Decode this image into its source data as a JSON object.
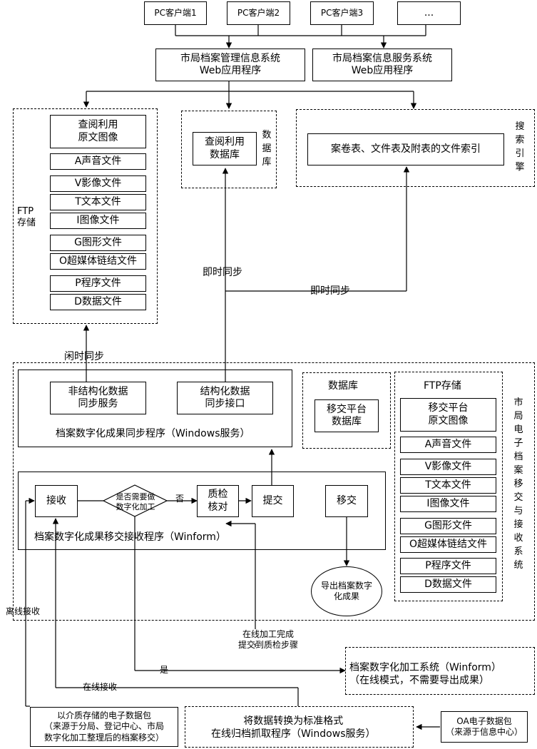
{
  "clients": [
    "PC客户端1",
    "PC客户端2",
    "PC客户端3",
    "..."
  ],
  "web_apps": {
    "management": "市局档案管理信息系统\nWeb应用程序",
    "service": "市局档案信息服务系统\nWeb应用程序"
  },
  "ftp_top": {
    "label": "FTP\n存储",
    "items": [
      "查阅利用\n原文图像",
      "A声音文件",
      "V影像文件",
      "T文本文件",
      "I图像文件",
      "G图形文件",
      "O超媒体链结文件",
      "P程序文件",
      "D数据文件"
    ]
  },
  "db_top": {
    "label": "数据库",
    "box": "查阅利用\n数据库"
  },
  "search_engine": {
    "label": "搜索引擎",
    "box": "案卷表、文件表及附表的文件索引"
  },
  "sync_labels": {
    "instant_1": "即时同步",
    "instant_2": "即时同步",
    "idle": "闲时同步"
  },
  "sync_program": {
    "unstructured": "非结构化数据\n同步服务",
    "structured": "结构化数据\n同步接口",
    "title": "档案数字化成果同步程序（Windows服务）"
  },
  "transfer_db": {
    "label": "数据库",
    "box": "移交平台\n数据库"
  },
  "transfer_ftp": {
    "label": "FTP存储",
    "items": [
      "移交平台\n原文图像",
      "A声音文件",
      "V影像文件",
      "T文本文件",
      "I图像文件",
      "G图形文件",
      "O超媒体链结文件",
      "P程序文件",
      "D数据文件"
    ]
  },
  "system_label": "市局电子档案移交与接收系统",
  "receive_program": {
    "receive": "接收",
    "decision": "是否需要做\n数字化加工",
    "no": "否",
    "qc": "质检\n核对",
    "submit": "提交",
    "transfer": "移交",
    "title": "档案数字化成果移交接收程序（Winform）"
  },
  "export": "导出档案数字\n化成果",
  "labels": {
    "offline": "离线接收",
    "online_done": "在线加工完成\n提交到质检步骤",
    "yes": "是",
    "online_receive": "在线接收"
  },
  "processing_system": "档案数字化加工系统（Winform）\n（在线模式，不需要导出成果）",
  "media_package": "以介质存储的电子数据包\n（来源于分局、登记中心、市局\n数字化加工整理后的档案移交）",
  "crawler": "将数据转换为标准格式\n在线归档抓取程序（Windows服务）",
  "oa_package": "OA电子数据包\n（来源于信息中心）"
}
